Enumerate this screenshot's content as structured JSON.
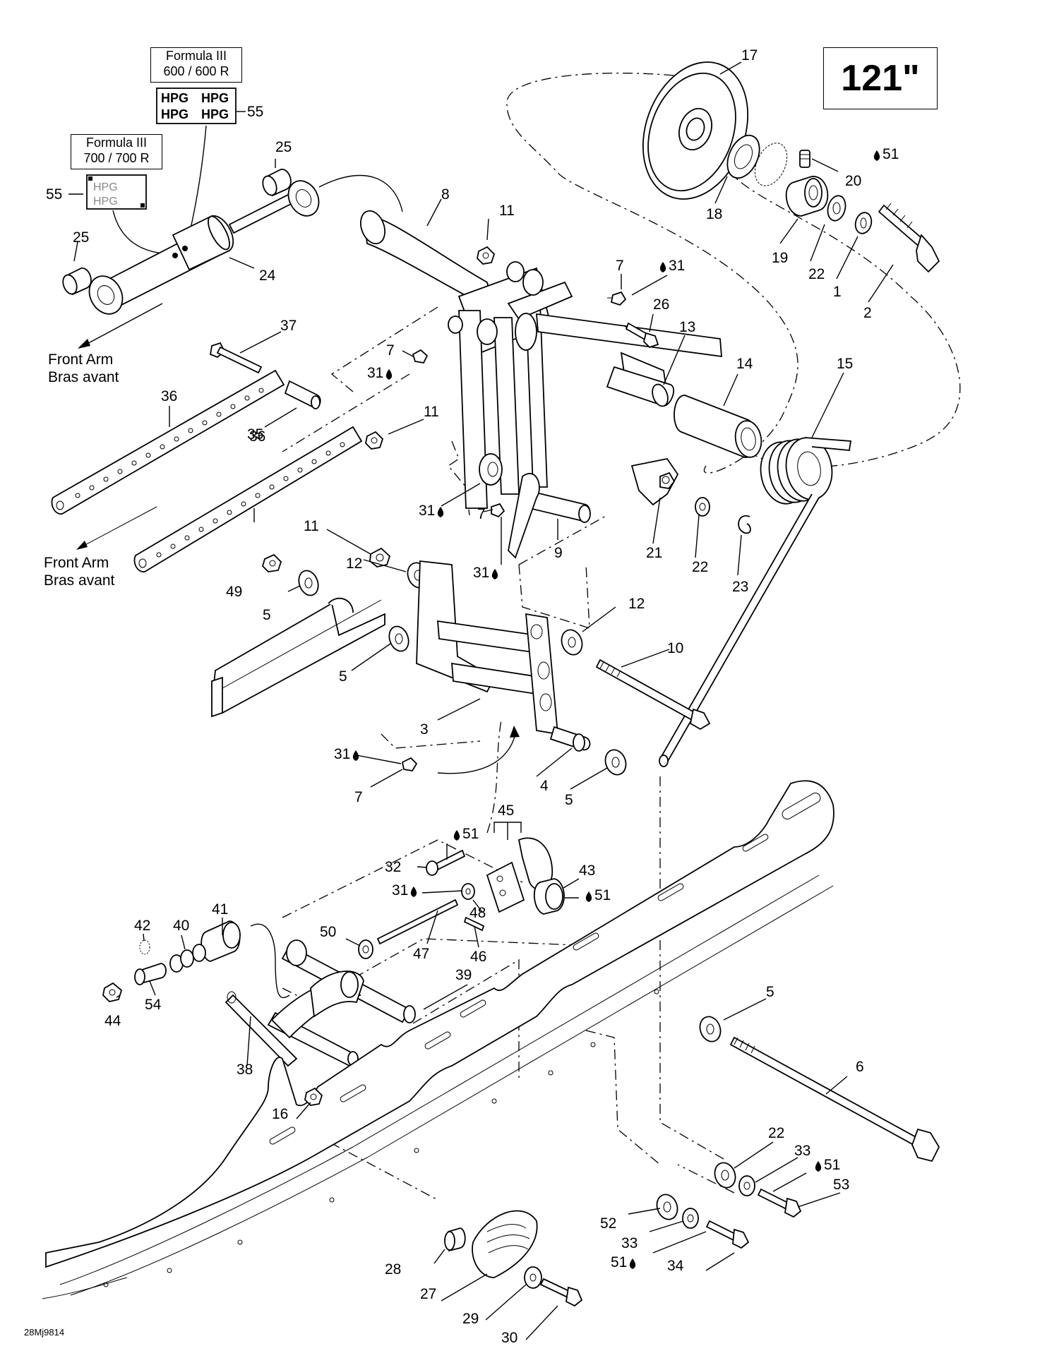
{
  "size_label": "121\"",
  "formula_boxes": [
    {
      "line1": "Formula III",
      "line2": "600 / 600 R"
    },
    {
      "line1": "Formula III",
      "line2": "700 / 700 R"
    }
  ],
  "decal_text": "HPG",
  "front_arm": {
    "en": "Front Arm",
    "fr": "Bras avant"
  },
  "diagram_code": "28Mj9814",
  "drop_icon": "oil-drop-icon",
  "callouts": [
    {
      "t": "17"
    },
    {
      "t": "55"
    },
    {
      "t": "25"
    },
    {
      "t": "55"
    },
    {
      "t": "51"
    },
    {
      "t": "20"
    },
    {
      "t": "8"
    },
    {
      "t": "11"
    },
    {
      "t": "18"
    },
    {
      "t": "19"
    },
    {
      "t": "22"
    },
    {
      "t": "1"
    },
    {
      "t": "2"
    },
    {
      "t": "25"
    },
    {
      "t": "24"
    },
    {
      "t": "7"
    },
    {
      "t": "31"
    },
    {
      "t": "26"
    },
    {
      "t": "13"
    },
    {
      "t": "37"
    },
    {
      "t": "7"
    },
    {
      "t": "31"
    },
    {
      "t": "14"
    },
    {
      "t": "15"
    },
    {
      "t": "36"
    },
    {
      "t": "35"
    },
    {
      "t": "11"
    },
    {
      "t": "31"
    },
    {
      "t": "7"
    },
    {
      "t": "36"
    },
    {
      "t": "11"
    },
    {
      "t": "9"
    },
    {
      "t": "21"
    },
    {
      "t": "22"
    },
    {
      "t": "23"
    },
    {
      "t": "12"
    },
    {
      "t": "31"
    },
    {
      "t": "49"
    },
    {
      "t": "5"
    },
    {
      "t": "12"
    },
    {
      "t": "10"
    },
    {
      "t": "5"
    },
    {
      "t": "3"
    },
    {
      "t": "31"
    },
    {
      "t": "4"
    },
    {
      "t": "7"
    },
    {
      "t": "5"
    },
    {
      "t": "45"
    },
    {
      "t": "51"
    },
    {
      "t": "32"
    },
    {
      "t": "43"
    },
    {
      "t": "51"
    },
    {
      "t": "31"
    },
    {
      "t": "48"
    },
    {
      "t": "41"
    },
    {
      "t": "42"
    },
    {
      "t": "40"
    },
    {
      "t": "50"
    },
    {
      "t": "47"
    },
    {
      "t": "46"
    },
    {
      "t": "39"
    },
    {
      "t": "44"
    },
    {
      "t": "54"
    },
    {
      "t": "5"
    },
    {
      "t": "38"
    },
    {
      "t": "6"
    },
    {
      "t": "16"
    },
    {
      "t": "22"
    },
    {
      "t": "33"
    },
    {
      "t": "51"
    },
    {
      "t": "53"
    },
    {
      "t": "28"
    },
    {
      "t": "52"
    },
    {
      "t": "33"
    },
    {
      "t": "51"
    },
    {
      "t": "34"
    },
    {
      "t": "27"
    },
    {
      "t": "29"
    },
    {
      "t": "30"
    }
  ]
}
